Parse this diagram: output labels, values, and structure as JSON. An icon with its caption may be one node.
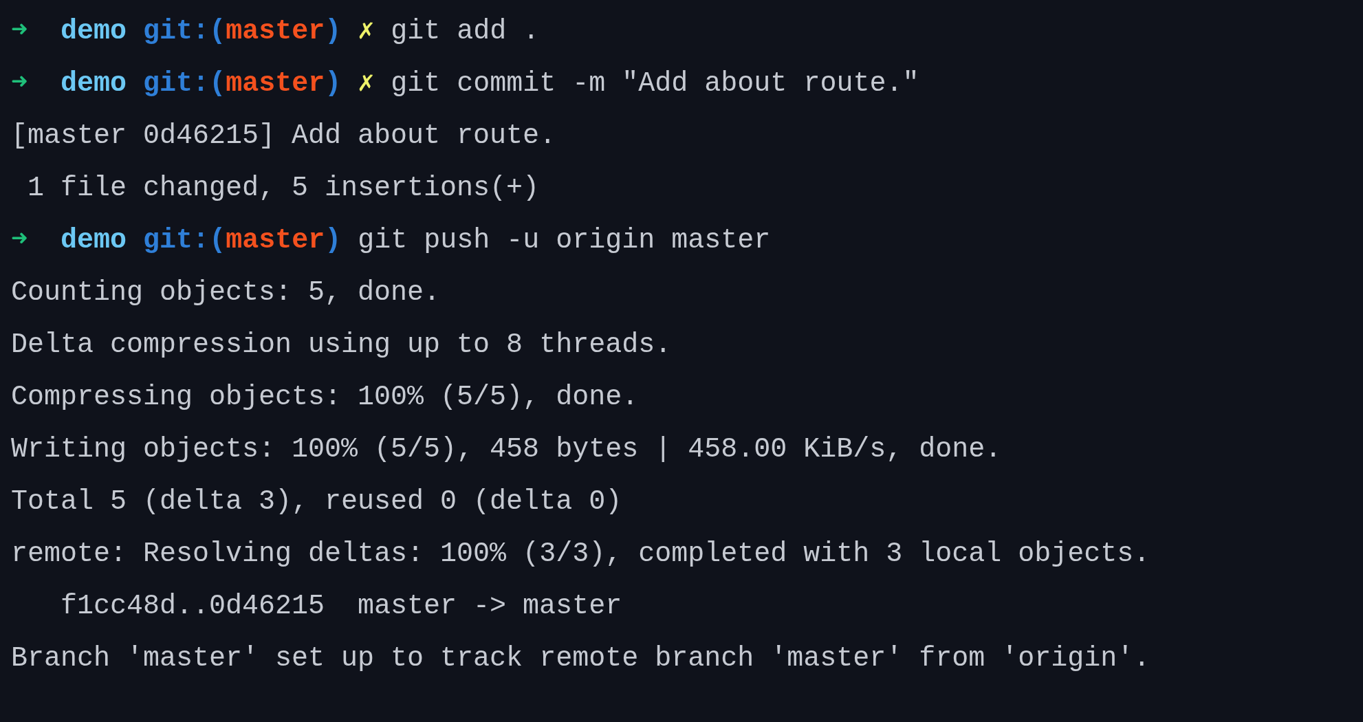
{
  "diagram": {
    "labels": [
      "➜",
      "demo",
      "git:(",
      "master",
      ")",
      "✗",
      "git add .",
      "➜",
      "demo",
      "git:(",
      "master",
      ")",
      "✗",
      "git commit -m \"Add about route.\"",
      "[master 0d46215] Add about route.",
      "1 file changed, 5 insertions(+)",
      "➜",
      "demo",
      "git:(",
      "master",
      ")",
      "git push -u origin master",
      "Counting objects: 5, done.",
      "Delta compression using up to 8 threads.",
      "Compressing objects: 100% (5/5), done.",
      "Writing objects: 100% (5/5), 458 bytes | 458.00 KiB/s, done.",
      "Total 5 (delta 3), reused 0 (delta 0)",
      "remote: Resolving deltas: 100% (3/3), completed with 3 local objects.",
      "f1cc48d..0d46215  master -> master",
      "Branch 'master' set up to track remote branch 'master' from 'origin'."
    ]
  }
}
